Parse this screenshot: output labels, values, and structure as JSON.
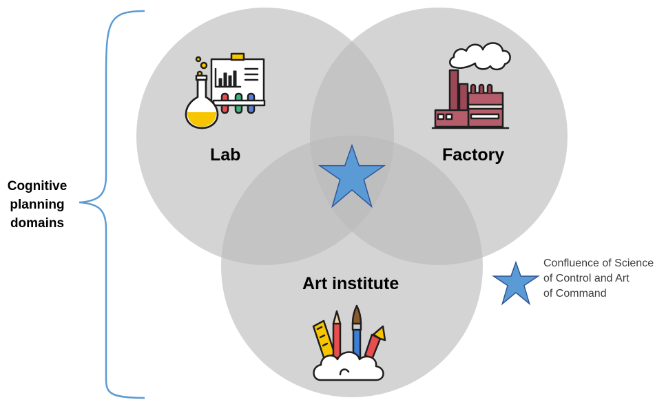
{
  "bracket_label": {
    "lines": [
      "Cognitive",
      "planning",
      "domains"
    ]
  },
  "circles": {
    "lab": {
      "label": "Lab",
      "icon": "lab-flask-chart-icon"
    },
    "factory": {
      "label": "Factory",
      "icon": "factory-icon"
    },
    "art": {
      "label": "Art institute",
      "icon": "art-supplies-icon"
    }
  },
  "center_marker": {
    "icon": "star-icon"
  },
  "legend": {
    "icon": "star-icon",
    "lines": [
      "Confluence of Science",
      "of Control and Art",
      "of Command"
    ]
  },
  "colors": {
    "circle_fill": "#b9b9b9",
    "star_fill": "#5b9bd5",
    "star_stroke": "#2f5597",
    "bracket": "#5b9bd5",
    "background": "#ffffff"
  }
}
